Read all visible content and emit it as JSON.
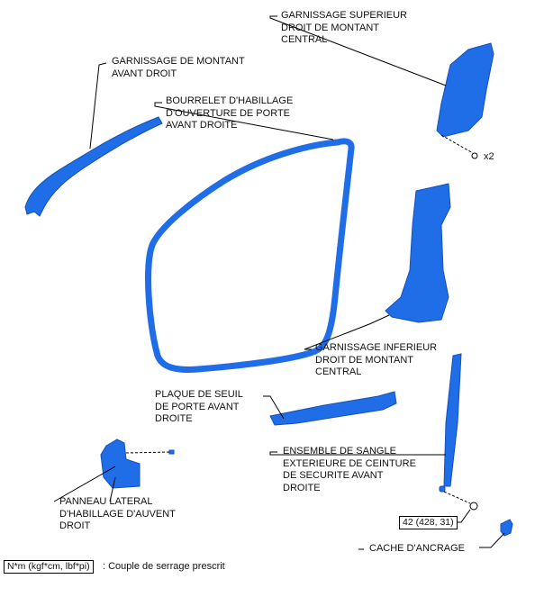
{
  "colors": {
    "part": "#1f6ee8",
    "part_dark": "#1450b8",
    "leader": "#000000"
  },
  "labels": {
    "pillar_front": [
      "GARNISSAGE DE MONTANT",
      "AVANT DROIT"
    ],
    "weatherstrip": [
      "BOURRELET D'HABILLAGE",
      "D'OUVERTURE DE PORTE",
      "AVANT DROITE"
    ],
    "center_upper": [
      "GARNISSAGE SUPERIEUR",
      "DROIT DE MONTANT",
      "CENTRAL"
    ],
    "center_lower": [
      "GARNISSAGE INFERIEUR",
      "DROIT DE MONTANT",
      "CENTRAL"
    ],
    "scuff_plate": [
      "PLAQUE DE SEUIL",
      "DE PORTE AVANT",
      "DROITE"
    ],
    "seat_belt": [
      "ENSEMBLE DE SANGLE",
      "EXTERIEURE DE CEINTURE",
      "DE SECURITE AVANT",
      "DROITE"
    ],
    "cowl_panel": [
      "PANNEAU LATERAL",
      "D'HABILLAGE D'AUVENT",
      "DROIT"
    ],
    "anchor_cover": "CACHE D'ANCRAGE",
    "clip_qty": "x2"
  },
  "torque": {
    "value": "42 (428, 31)"
  },
  "legend": {
    "box": "N*m (kgf*cm, lbf*pi)",
    "text": ": Couple de serrage prescrit"
  }
}
